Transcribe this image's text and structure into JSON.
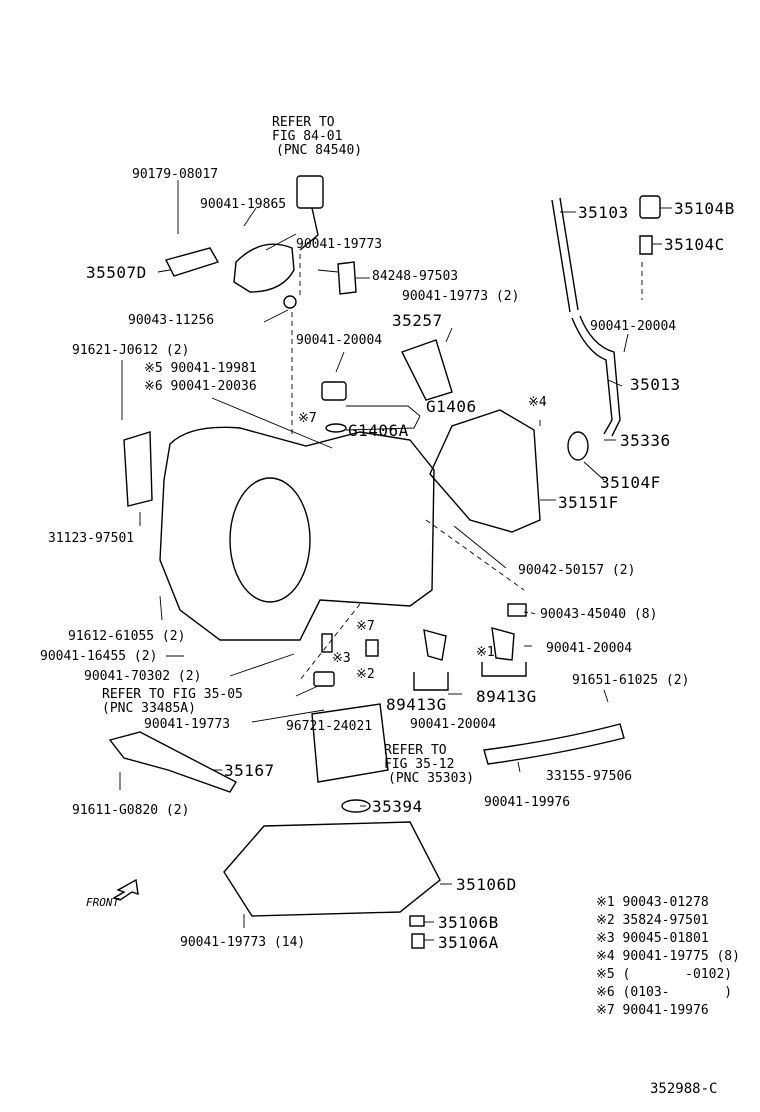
{
  "labels": {
    "refer_8401_a": "REFER TO",
    "refer_8401_b": "FIG 84-01",
    "refer_8401_c": "(PNC 84540)",
    "p90179": "90179-08017",
    "p90041_19865": "90041-19865",
    "p90041_19773_a": "90041-19773",
    "p35507D": "35507D",
    "p84248": "84248-97503",
    "p90041_19773_b": "90041-19773 (2)",
    "p90043_11256": "90043-11256",
    "p35257": "35257",
    "p90041_20004_a": "90041-20004",
    "p91621": "91621-J0612 (2)",
    "n5": "※5 90041-19981",
    "n6": "※6 90041-20036",
    "p35103": "35103",
    "p35104B": "35104B",
    "p35104C": "35104C",
    "p90041_20004_b": "90041-20004",
    "p35013": "35013",
    "pG1406": "G1406",
    "n7a": "※7",
    "pG1406A": "G1406A",
    "n4": "※4",
    "p35336": "35336",
    "p35104F": "35104F",
    "p35151F": "35151F",
    "p31123": "31123-97501",
    "p90042": "90042-50157 (2)",
    "p90043_45040": "90043-45040 (8)",
    "p91612": "91612-61055 (2)",
    "n7b": "※7",
    "p90041_20004_c": "90041-20004",
    "p90041_16455": "90041-16455 (2)",
    "n3": "※3",
    "n1": "※1",
    "p90041_70302": "90041-70302 (2)",
    "n2": "※2",
    "p91651": "91651-61025 (2)",
    "refer_3505_a": "REFER TO FIG 35-05",
    "refer_3505_b": "(PNC 33485A)",
    "p89413G_a": "89413G",
    "p89413G_b": "89413G",
    "p90041_19773_c": "90041-19773",
    "p96721": "96721-24021",
    "p90041_20004_d": "90041-20004",
    "refer_3512_a": "REFER TO",
    "refer_3512_b": "FIG 35-12",
    "refer_3512_c": "(PNC 35303)",
    "p35167": "35167",
    "p33155": "33155-97506",
    "p90041_19976": "90041-19976",
    "p91611": "91611-G0820 (2)",
    "p35394": "35394",
    "front": "FRONT",
    "p35106D": "35106D",
    "p35106B": "35106B",
    "p90041_19773_d": "90041-19773 (14)",
    "p35106A": "35106A",
    "fig_id": "352988-C"
  },
  "notes": [
    "※1 90043-01278",
    "※2 35824-97501",
    "※3 90045-01801",
    "※4 90041-19775 (8)",
    "※5 (       -0102)",
    "※6 (0103-       )",
    "※7 90041-19976"
  ],
  "colors": {
    "ink": "#000000",
    "paper": "#ffffff"
  }
}
